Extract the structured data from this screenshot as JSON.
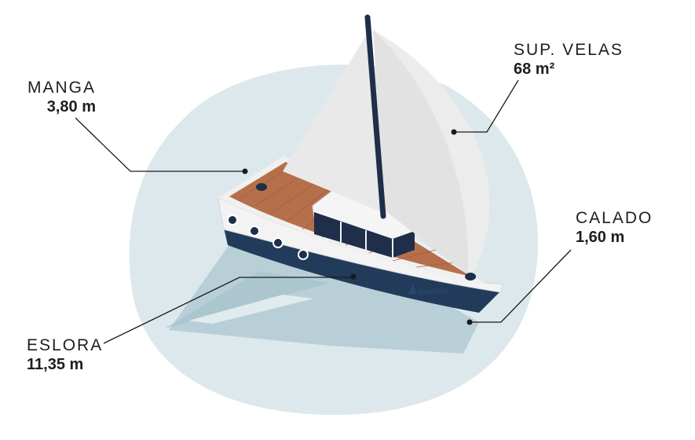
{
  "labels": {
    "manga": {
      "name": "MANGA",
      "value": "3,80 m"
    },
    "sup_velas": {
      "name": "SUP. VELAS",
      "value": "68 m²"
    },
    "calado": {
      "name": "CALADO",
      "value": "1,60 m"
    },
    "eslora": {
      "name": "ESLORA",
      "value": "11,35 m"
    }
  },
  "logo": {
    "text": "ADABOAT"
  },
  "colors": {
    "water_light": "#dde8ec",
    "water_shadow": "#b9cfd7",
    "hull_white": "#f3f3f3",
    "hull_navy": "#233b5b",
    "deck_wood": "#b5704b",
    "sail": "#e9e9e9",
    "mast": "#1f2e49",
    "leader_line": "#1a1a1a"
  }
}
